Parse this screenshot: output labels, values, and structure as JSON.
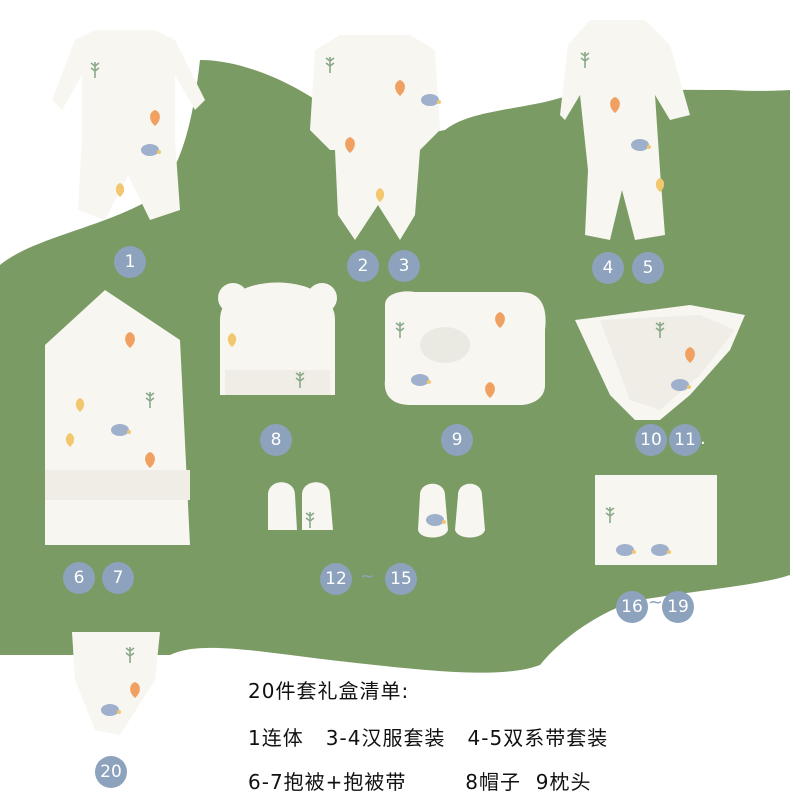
{
  "colors": {
    "background": "#ffffff",
    "blob": "#7a9b63",
    "badge": "#8da2bd",
    "fabric": "#f7f6f1",
    "leaf_orange": "#f0a060",
    "leaf_green": "#8aa98a",
    "leaf_yellow": "#f2c76e",
    "hedgehog_blue": "#9fb0cc"
  },
  "badges": {
    "b1": "1",
    "b2": "2",
    "b3": "3",
    "b4": "4",
    "b5": "5",
    "b6": "6",
    "b7": "7",
    "b8": "8",
    "b9": "9",
    "b10": "10",
    "b11": "11",
    "b11_dot": ".",
    "b12": "12",
    "b15": "15",
    "b16": "16",
    "b19": "19",
    "b20": "20",
    "tilde": "~"
  },
  "list": {
    "title": "20件套礼盒清单:",
    "line1": "1连体   3-4汉服套装   4-5双系带套装",
    "line2": "6-7抱被+抱被带        8帽子  9枕头"
  }
}
